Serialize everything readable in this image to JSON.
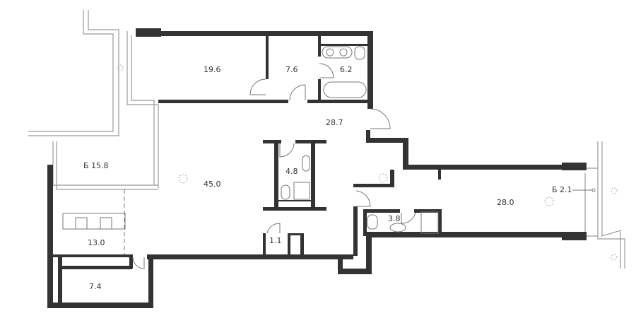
{
  "plan": {
    "rooms": [
      {
        "id": "bedroom",
        "label": "19.6"
      },
      {
        "id": "wardrobe",
        "label": "7.6"
      },
      {
        "id": "bathroom-main",
        "label": "6.2"
      },
      {
        "id": "hall",
        "label": "28.7"
      },
      {
        "id": "living",
        "label": "45.0"
      },
      {
        "id": "balcony-left",
        "label": "Б 15.8"
      },
      {
        "id": "bathroom-guest",
        "label": "4.8"
      },
      {
        "id": "kitchen",
        "label": "13.0"
      },
      {
        "id": "storage",
        "label": "7.4"
      },
      {
        "id": "closet",
        "label": "1.1"
      },
      {
        "id": "shower-room",
        "label": "3.8"
      },
      {
        "id": "bedroom-2",
        "label": "28.0"
      },
      {
        "id": "balcony-right",
        "label": "Б 2.1"
      }
    ],
    "colors": {
      "wall": "#333333",
      "window": "#999999"
    }
  }
}
